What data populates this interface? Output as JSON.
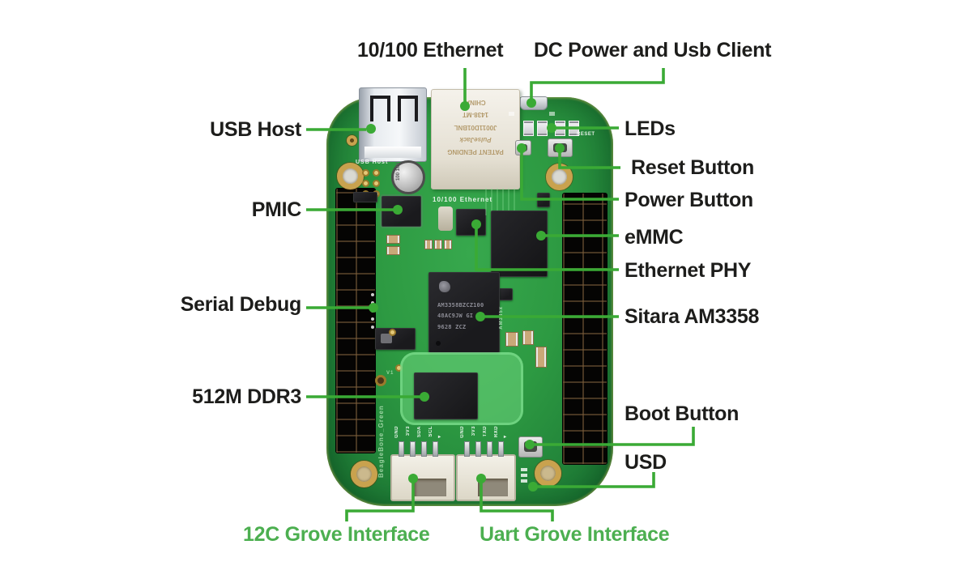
{
  "colors": {
    "callout_line": "#3aaa35",
    "label_text": "#1d1d1b",
    "grove_label_green": "#4caf50",
    "pcb_green": "#2d9a42"
  },
  "callouts": {
    "ethernet": "10/100 Ethernet",
    "dc_power": "DC Power and Usb Client",
    "usb_host": "USB Host",
    "leds": "LEDs",
    "reset_button": "Reset Button",
    "power_button": "Power Button",
    "pmic": "PMIC",
    "emmc": "eMMC",
    "ethernet_phy": "Ethernet PHY",
    "serial_debug": "Serial Debug",
    "sitara": "Sitara AM3358",
    "ddr3": "512M DDR3",
    "boot_button": "Boot Button",
    "usd": "USD",
    "i2c_grove": "12C Grove Interface",
    "uart_grove": "Uart Grove Interface"
  },
  "board": {
    "silkscreen": {
      "usb_host": "USB Host",
      "ethernet": "10/100 Ethernet",
      "reset": "RESET",
      "am335x": "AM335x",
      "board_name": "BeagleBone_Green",
      "version": "V1"
    },
    "chips": {
      "sitara": {
        "line1": "AM3358BZCZ100",
        "line2": "48AC9JW GI",
        "line3": "9628   ZCZ"
      },
      "capacitor": {
        "text": "100 10V"
      }
    },
    "ethernet_jack": {
      "lines": [
        "PATENT PENDING",
        "PulseJack",
        "J0011D01BNL",
        "1438-MT",
        "CHINA"
      ]
    },
    "grove": {
      "i2c_pins": [
        "GND",
        "3V3",
        "SDA",
        "SCL"
      ],
      "uart_pins": [
        "GND",
        "3V3",
        "TXD",
        "RXD"
      ],
      "pin_arrow": "▸"
    }
  }
}
